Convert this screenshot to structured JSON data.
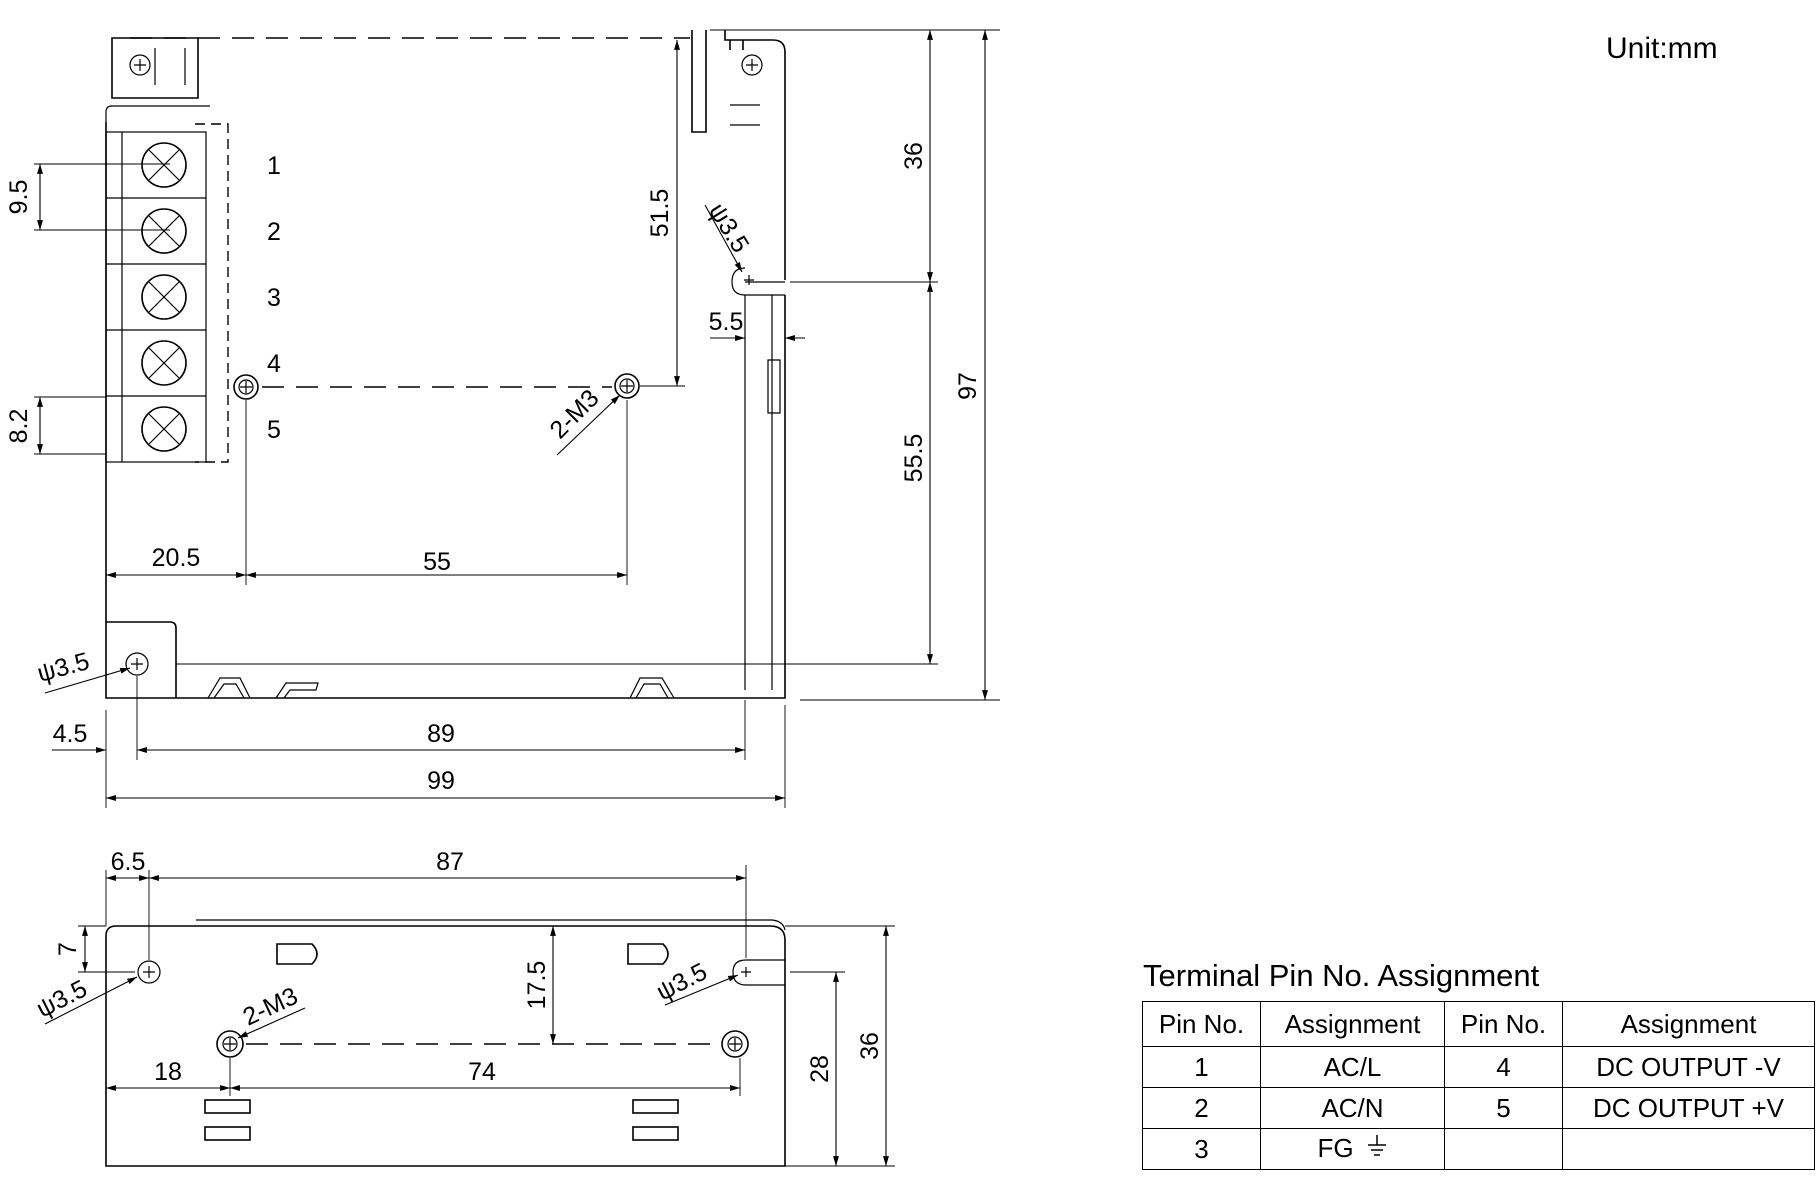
{
  "unit": "Unit:mm",
  "top_view": {
    "terminal_numbers": [
      "1",
      "2",
      "3",
      "4",
      "5"
    ],
    "dimensions": {
      "pitch": "9.5",
      "terminal_height": "8.2",
      "mount_x": "20.5",
      "mount_spacing": "55",
      "mount_to_hole": "51.5",
      "slot_dia": "ψ3.5",
      "slot_offset": "5.5",
      "top_to_slot": "36",
      "slot_to_bottom": "55.5",
      "overall_height": "97",
      "hole_dia": "ψ3.5",
      "screws": "2-M3",
      "left_offset": "4.5",
      "hole_spacing": "89",
      "overall_width": "99"
    }
  },
  "side_view": {
    "dimensions": {
      "left_offset": "6.5",
      "hole_spacing": "87",
      "top_to_hole": "7",
      "hole_dia_left": "ψ3.5",
      "hole_dia_right": "ψ3.5",
      "screws": "2-M3",
      "screw_height": "17.5",
      "screw_x": "18",
      "screw_spacing": "74",
      "slot_height": "28",
      "overall_height": "36"
    }
  },
  "pin_table": {
    "title": "Terminal Pin No.  Assignment",
    "headers": [
      "Pin No.",
      "Assignment",
      "Pin No.",
      "Assignment"
    ],
    "rows": [
      {
        "pin_a": "1",
        "assign_a": "AC/L",
        "pin_b": "4",
        "assign_b": "DC OUTPUT -V"
      },
      {
        "pin_a": "2",
        "assign_a": "AC/N",
        "pin_b": "5",
        "assign_b": "DC OUTPUT +V"
      },
      {
        "pin_a": "3",
        "assign_a": "FG",
        "pin_b": "",
        "assign_b": ""
      }
    ],
    "ground_icon": "earth-ground-icon"
  }
}
